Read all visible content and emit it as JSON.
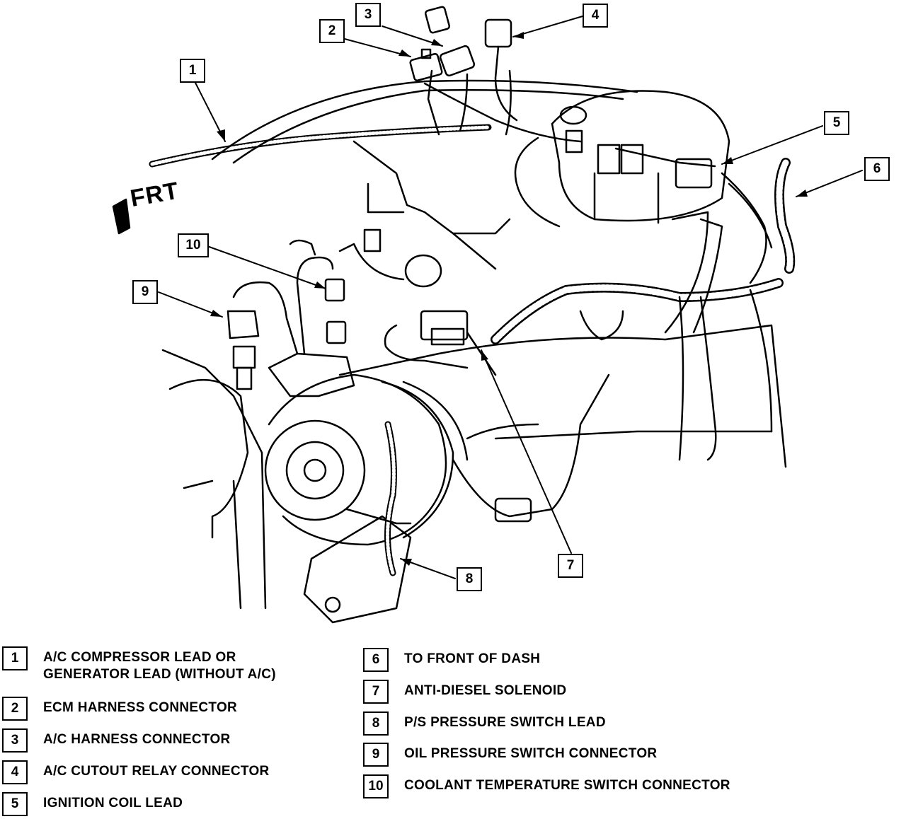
{
  "diagram": {
    "orientation_label": "FRT",
    "callouts": [
      "1",
      "2",
      "3",
      "4",
      "5",
      "6",
      "7",
      "8",
      "9",
      "10"
    ]
  },
  "legend": {
    "items": [
      {
        "num": "1",
        "text": "A/C COMPRESSOR LEAD OR\nGENERATOR LEAD (WITHOUT A/C)"
      },
      {
        "num": "2",
        "text": "ECM HARNESS CONNECTOR"
      },
      {
        "num": "3",
        "text": "A/C HARNESS CONNECTOR"
      },
      {
        "num": "4",
        "text": "A/C CUTOUT RELAY CONNECTOR"
      },
      {
        "num": "5",
        "text": "IGNITION COIL LEAD"
      },
      {
        "num": "6",
        "text": "TO FRONT OF DASH"
      },
      {
        "num": "7",
        "text": "ANTI-DIESEL SOLENOID"
      },
      {
        "num": "8",
        "text": "P/S PRESSURE SWITCH LEAD"
      },
      {
        "num": "9",
        "text": "OIL PRESSURE SWITCH CONNECTOR"
      },
      {
        "num": "10",
        "text": "COOLANT TEMPERATURE SWITCH CONNECTOR"
      }
    ]
  }
}
